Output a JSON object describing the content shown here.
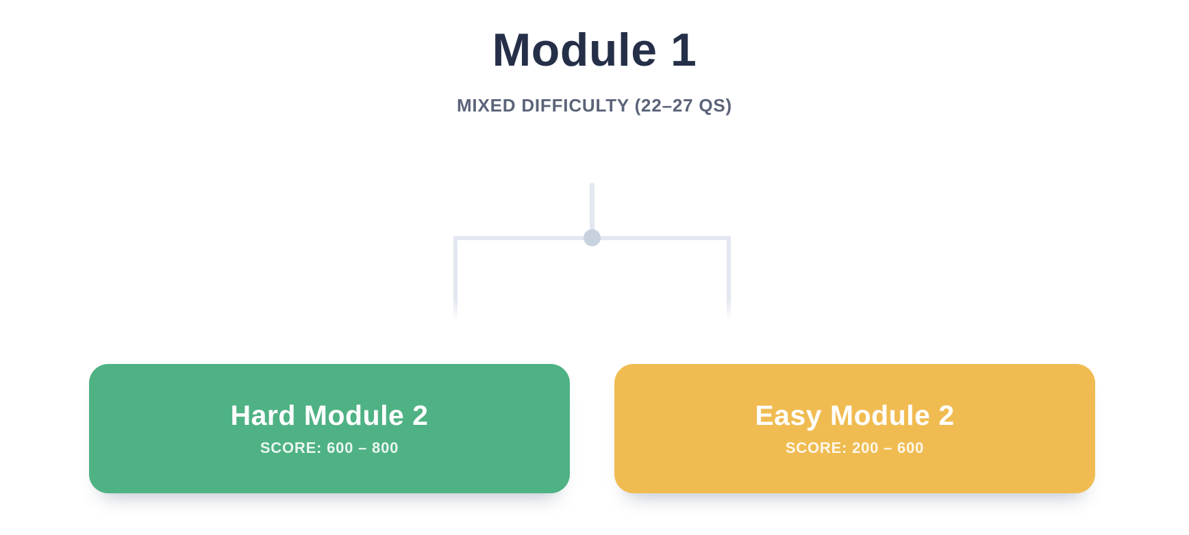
{
  "header": {
    "title": "Module 1",
    "subtitle": "MIXED DIFFICULTY (22–27 QS)"
  },
  "connector": {
    "line_color": "#e3e7f0",
    "dot_color": "#c8d1de"
  },
  "colors": {
    "title_text": "#252f48",
    "subtitle_text": "#5b6379",
    "hard_module_bg": "#4fb284",
    "easy_module_bg": "#f0bc52",
    "module_text": "#ffffff"
  },
  "modules": [
    {
      "id": "hard",
      "title": "Hard Module 2",
      "score_label": "SCORE: 600 – 800",
      "bg": "#4fb284"
    },
    {
      "id": "easy",
      "title": "Easy Module 2",
      "score_label": "SCORE: 200 – 600",
      "bg": "#f0bc52"
    }
  ]
}
